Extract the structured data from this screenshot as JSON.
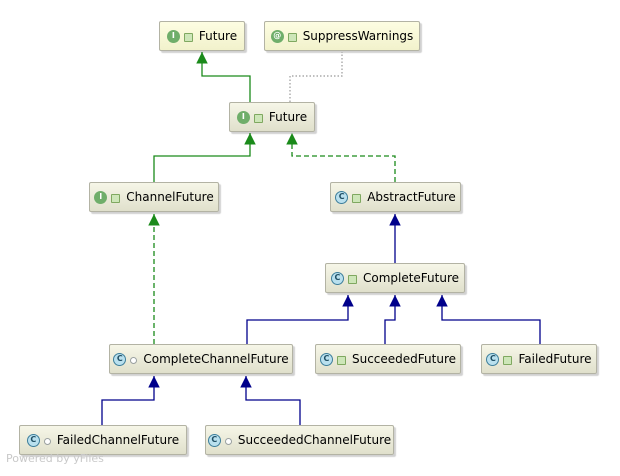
{
  "nodes": {
    "future_top": "Future",
    "suppress_warnings": "SuppressWarnings",
    "future": "Future",
    "channel_future": "ChannelFuture",
    "abstract_future": "AbstractFuture",
    "complete_future": "CompleteFuture",
    "complete_channel_future": "CompleteChannelFuture",
    "succeeded_future": "SucceededFuture",
    "failed_future": "FailedFuture",
    "failed_channel_future": "FailedChannelFuture",
    "succeeded_channel_future": "SucceededChannelFuture"
  },
  "kind_badges": {
    "interface": "I",
    "annotation": "@",
    "class": "C"
  },
  "colors": {
    "interface_edge": "#1a8a1a",
    "class_edge": "#00008b",
    "annotation_edge": "#999999"
  },
  "footer": "Powered by yFiles"
}
